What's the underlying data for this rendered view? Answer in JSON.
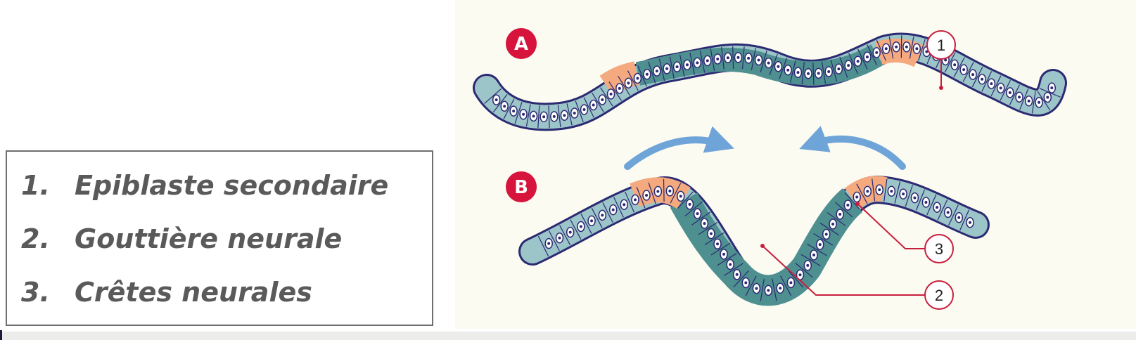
{
  "legend": {
    "items": [
      {
        "number": "1.",
        "label": "Epiblaste secondaire"
      },
      {
        "number": "2.",
        "label": "Gouttière neurale"
      },
      {
        "number": "3.",
        "label": "Crêtes neurales"
      }
    ]
  },
  "figure": {
    "stage_a_badge": "A",
    "stage_b_badge": "B",
    "callouts": [
      "1",
      "2",
      "3"
    ]
  },
  "colors": {
    "badge_red": "#d6143c",
    "cell_light": "#9cc5c9",
    "cell_dark": "#4e8f90",
    "cell_orange": "#f4a97e",
    "outline": "#2c2a72",
    "arrow_blue": "#6fa4d8",
    "callout_line": "#c81e3c"
  },
  "icons": {
    "arrow_left_to_right": "curved-arrow-right-icon",
    "arrow_right_to_left": "curved-arrow-left-icon"
  }
}
